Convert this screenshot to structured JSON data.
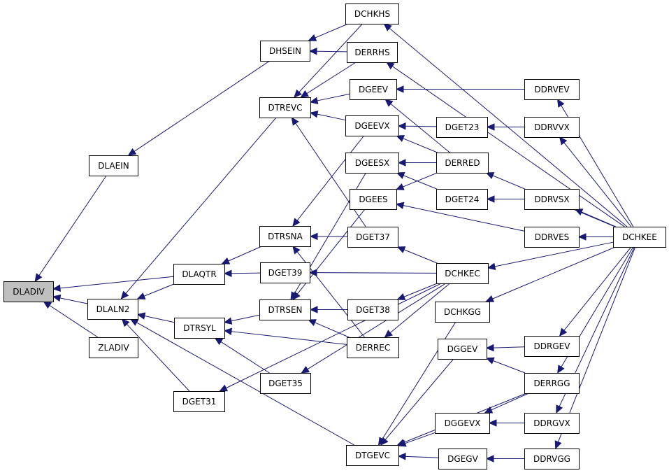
{
  "graph": {
    "edge_color": "#191970",
    "root_fill": "#bfbfbf",
    "nodes": [
      {
        "id": "DLADIV",
        "label": "DLADIV",
        "root": true
      },
      {
        "id": "DLAEIN",
        "label": "DLAEIN"
      },
      {
        "id": "DLALN2",
        "label": "DLALN2"
      },
      {
        "id": "ZLADIV",
        "label": "ZLADIV"
      },
      {
        "id": "DLAQTR",
        "label": "DLAQTR"
      },
      {
        "id": "DTRSYL",
        "label": "DTRSYL"
      },
      {
        "id": "DGET31",
        "label": "DGET31"
      },
      {
        "id": "DHSEIN",
        "label": "DHSEIN"
      },
      {
        "id": "DTREVC",
        "label": "DTREVC"
      },
      {
        "id": "DTRSNA",
        "label": "DTRSNA"
      },
      {
        "id": "DGET39",
        "label": "DGET39"
      },
      {
        "id": "DTRSEN",
        "label": "DTRSEN"
      },
      {
        "id": "DGET35",
        "label": "DGET35"
      },
      {
        "id": "DCHKHS",
        "label": "DCHKHS"
      },
      {
        "id": "DERRHS",
        "label": "DERRHS"
      },
      {
        "id": "DGEEV",
        "label": "DGEEV"
      },
      {
        "id": "DGEEVX",
        "label": "DGEEVX"
      },
      {
        "id": "DGEESX",
        "label": "DGEESX"
      },
      {
        "id": "DGEES",
        "label": "DGEES"
      },
      {
        "id": "DGET37",
        "label": "DGET37"
      },
      {
        "id": "DGET38",
        "label": "DGET38"
      },
      {
        "id": "DERREC",
        "label": "DERREC"
      },
      {
        "id": "DTGEVC",
        "label": "DTGEVC"
      },
      {
        "id": "DGET23",
        "label": "DGET23"
      },
      {
        "id": "DERRED",
        "label": "DERRED"
      },
      {
        "id": "DGET24",
        "label": "DGET24"
      },
      {
        "id": "DCHKEC",
        "label": "DCHKEC"
      },
      {
        "id": "DCHKGG",
        "label": "DCHKGG"
      },
      {
        "id": "DGGEV",
        "label": "DGGEV"
      },
      {
        "id": "DGGEVX",
        "label": "DGGEVX"
      },
      {
        "id": "DGEGV",
        "label": "DGEGV"
      },
      {
        "id": "DDRVEV",
        "label": "DDRVEV"
      },
      {
        "id": "DDRVVX",
        "label": "DDRVVX"
      },
      {
        "id": "DDRVSX",
        "label": "DDRVSX"
      },
      {
        "id": "DDRVES",
        "label": "DDRVES"
      },
      {
        "id": "DDRGEV",
        "label": "DDRGEV"
      },
      {
        "id": "DERRGG",
        "label": "DERRGG"
      },
      {
        "id": "DDRGVX",
        "label": "DDRGVX"
      },
      {
        "id": "DDRVGG",
        "label": "DDRVGG"
      },
      {
        "id": "DCHKEE",
        "label": "DCHKEE"
      }
    ],
    "edges": [
      {
        "from": "DLAEIN",
        "to": "DLADIV"
      },
      {
        "from": "DLALN2",
        "to": "DLADIV"
      },
      {
        "from": "ZLADIV",
        "to": "DLADIV"
      },
      {
        "from": "DLAQTR",
        "to": "DLADIV"
      },
      {
        "from": "DHSEIN",
        "to": "DLAEIN"
      },
      {
        "from": "DLAQTR",
        "to": "DLALN2"
      },
      {
        "from": "DTRSYL",
        "to": "DLALN2"
      },
      {
        "from": "DGET31",
        "to": "DLALN2"
      },
      {
        "from": "DTREVC",
        "to": "DLALN2"
      },
      {
        "from": "DTGEVC",
        "to": "DLALN2"
      },
      {
        "from": "DTRSNA",
        "to": "DLAQTR"
      },
      {
        "from": "DGET39",
        "to": "DLAQTR"
      },
      {
        "from": "DTRSEN",
        "to": "DTRSYL"
      },
      {
        "from": "DERREC",
        "to": "DTRSYL"
      },
      {
        "from": "DGET35",
        "to": "DTRSYL"
      },
      {
        "from": "DCHKHS",
        "to": "DHSEIN"
      },
      {
        "from": "DERRHS",
        "to": "DHSEIN"
      },
      {
        "from": "DCHKHS",
        "to": "DTREVC"
      },
      {
        "from": "DERRHS",
        "to": "DTREVC"
      },
      {
        "from": "DGEEV",
        "to": "DTREVC"
      },
      {
        "from": "DGEEVX",
        "to": "DTREVC"
      },
      {
        "from": "DGET37",
        "to": "DTREVC"
      },
      {
        "from": "DGEEVX",
        "to": "DTRSNA"
      },
      {
        "from": "DGET37",
        "to": "DTRSNA"
      },
      {
        "from": "DERREC",
        "to": "DTRSNA"
      },
      {
        "from": "DGEESX",
        "to": "DTRSEN"
      },
      {
        "from": "DGEES",
        "to": "DTRSEN"
      },
      {
        "from": "DGET38",
        "to": "DTRSEN"
      },
      {
        "from": "DERREC",
        "to": "DTRSEN"
      },
      {
        "from": "DCHKEC",
        "to": "DGET39"
      },
      {
        "from": "DCHKEC",
        "to": "DGET35"
      },
      {
        "from": "DCHKEC",
        "to": "DGET31"
      },
      {
        "from": "DCHKEE",
        "to": "DCHKHS"
      },
      {
        "from": "DCHKEE",
        "to": "DERRHS"
      },
      {
        "from": "DDRVEV",
        "to": "DGEEV"
      },
      {
        "from": "DERRED",
        "to": "DGEEV"
      },
      {
        "from": "DGET23",
        "to": "DGEEVX"
      },
      {
        "from": "DERRED",
        "to": "DGEEVX"
      },
      {
        "from": "DERRED",
        "to": "DGEESX"
      },
      {
        "from": "DGET24",
        "to": "DGEESX"
      },
      {
        "from": "DERRED",
        "to": "DGEES"
      },
      {
        "from": "DDRVES",
        "to": "DGEES"
      },
      {
        "from": "DCHKEC",
        "to": "DGET37"
      },
      {
        "from": "DCHKEC",
        "to": "DGET38"
      },
      {
        "from": "DCHKEC",
        "to": "DERREC"
      },
      {
        "from": "DCHKGG",
        "to": "DTGEVC"
      },
      {
        "from": "DGGEV",
        "to": "DTGEVC"
      },
      {
        "from": "DGGEVX",
        "to": "DTGEVC"
      },
      {
        "from": "DGEGV",
        "to": "DTGEVC"
      },
      {
        "from": "DERRGG",
        "to": "DTGEVC"
      },
      {
        "from": "DDRVVX",
        "to": "DGET23"
      },
      {
        "from": "DDRVSX",
        "to": "DGET24"
      },
      {
        "from": "DCHKEE",
        "to": "DERRED"
      },
      {
        "from": "DCHKEE",
        "to": "DCHKEC"
      },
      {
        "from": "DCHKEE",
        "to": "DCHKGG"
      },
      {
        "from": "DDRGEV",
        "to": "DGGEV"
      },
      {
        "from": "DERRGG",
        "to": "DGGEV"
      },
      {
        "from": "DDRGVX",
        "to": "DGGEVX"
      },
      {
        "from": "DERRGG",
        "to": "DGGEVX"
      },
      {
        "from": "DDRVGG",
        "to": "DGEGV"
      },
      {
        "from": "DCHKEE",
        "to": "DDRVEV"
      },
      {
        "from": "DCHKEE",
        "to": "DDRVVX"
      },
      {
        "from": "DCHKEE",
        "to": "DDRVSX"
      },
      {
        "from": "DCHKEE",
        "to": "DDRVES"
      },
      {
        "from": "DCHKEE",
        "to": "DDRGEV"
      },
      {
        "from": "DCHKEE",
        "to": "DERRGG"
      },
      {
        "from": "DCHKEE",
        "to": "DDRGVX"
      },
      {
        "from": "DCHKEE",
        "to": "DDRVGG"
      }
    ]
  }
}
